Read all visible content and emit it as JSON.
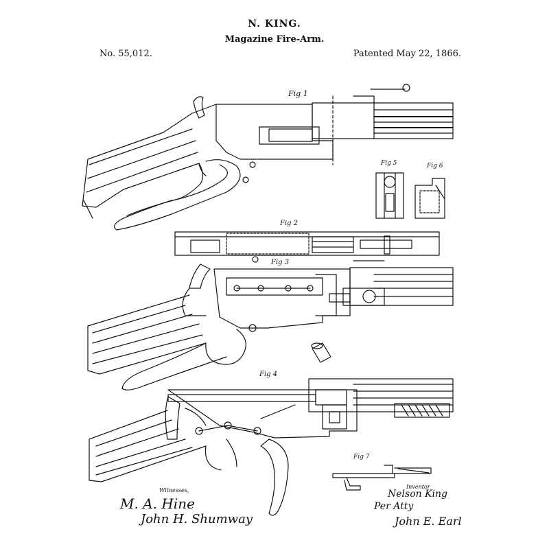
{
  "header": {
    "inventor": "N. KING.",
    "title": "Magazine Fire-Arm.",
    "number": "No. 55,012.",
    "date": "Patented May 22, 1866."
  },
  "figures": {
    "fig1": "Fig 1",
    "fig2": "Fig 2",
    "fig3": "Fig 3",
    "fig4": "Fig 4",
    "fig5": "Fig 5",
    "fig6": "Fig 6",
    "fig7": "Fig 7"
  },
  "captions": {
    "witnesses": "Witnesses,",
    "inventor": "Inventor"
  },
  "signatures": {
    "witness1": "M. A. Hine",
    "witness2": "John H. Shumway",
    "inventor_sig": "Nelson King",
    "attorney": "Per Atty",
    "attorney_name": "John E. Earl"
  }
}
